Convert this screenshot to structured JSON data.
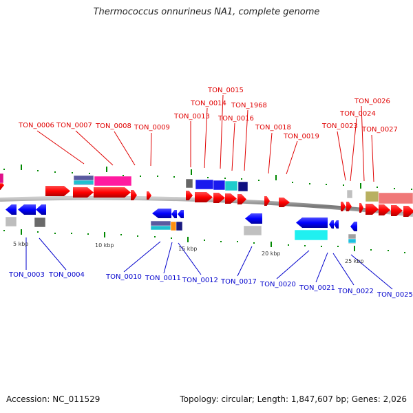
{
  "title": "Thermococcus onnurineus NA1, complete genome",
  "footer": {
    "accession": "Accession: NC_011529",
    "summary": "Topology: circular; Length: 1,847,607 bp; Genes: 2,026"
  },
  "colors": {
    "forward_gene": "#ff0000",
    "reverse_gene": "#0000ff",
    "forward_label": "#e00000",
    "reverse_label": "#0000cc",
    "tick": "#008800",
    "backbone": "#888888"
  },
  "scale_labels": [
    "5 kbp",
    "10 kbp",
    "15 kbp",
    "20 kbp",
    "25 kbp"
  ],
  "forward_labels": [
    "TON_0006",
    "TON_0007",
    "TON_0008",
    "TON_0009",
    "TON_0013",
    "TON_0014",
    "TON_0015",
    "TON_1968",
    "TON_0016",
    "TON_0018",
    "TON_0019",
    "TON_0023",
    "TON_0024",
    "TON_0026",
    "TON_0027"
  ],
  "reverse_labels": [
    "TON_0003",
    "TON_0004",
    "TON_0010",
    "TON_0011",
    "TON_0012",
    "TON_0017",
    "TON_0020",
    "TON_0021",
    "TON_0022",
    "TON_0025"
  ]
}
